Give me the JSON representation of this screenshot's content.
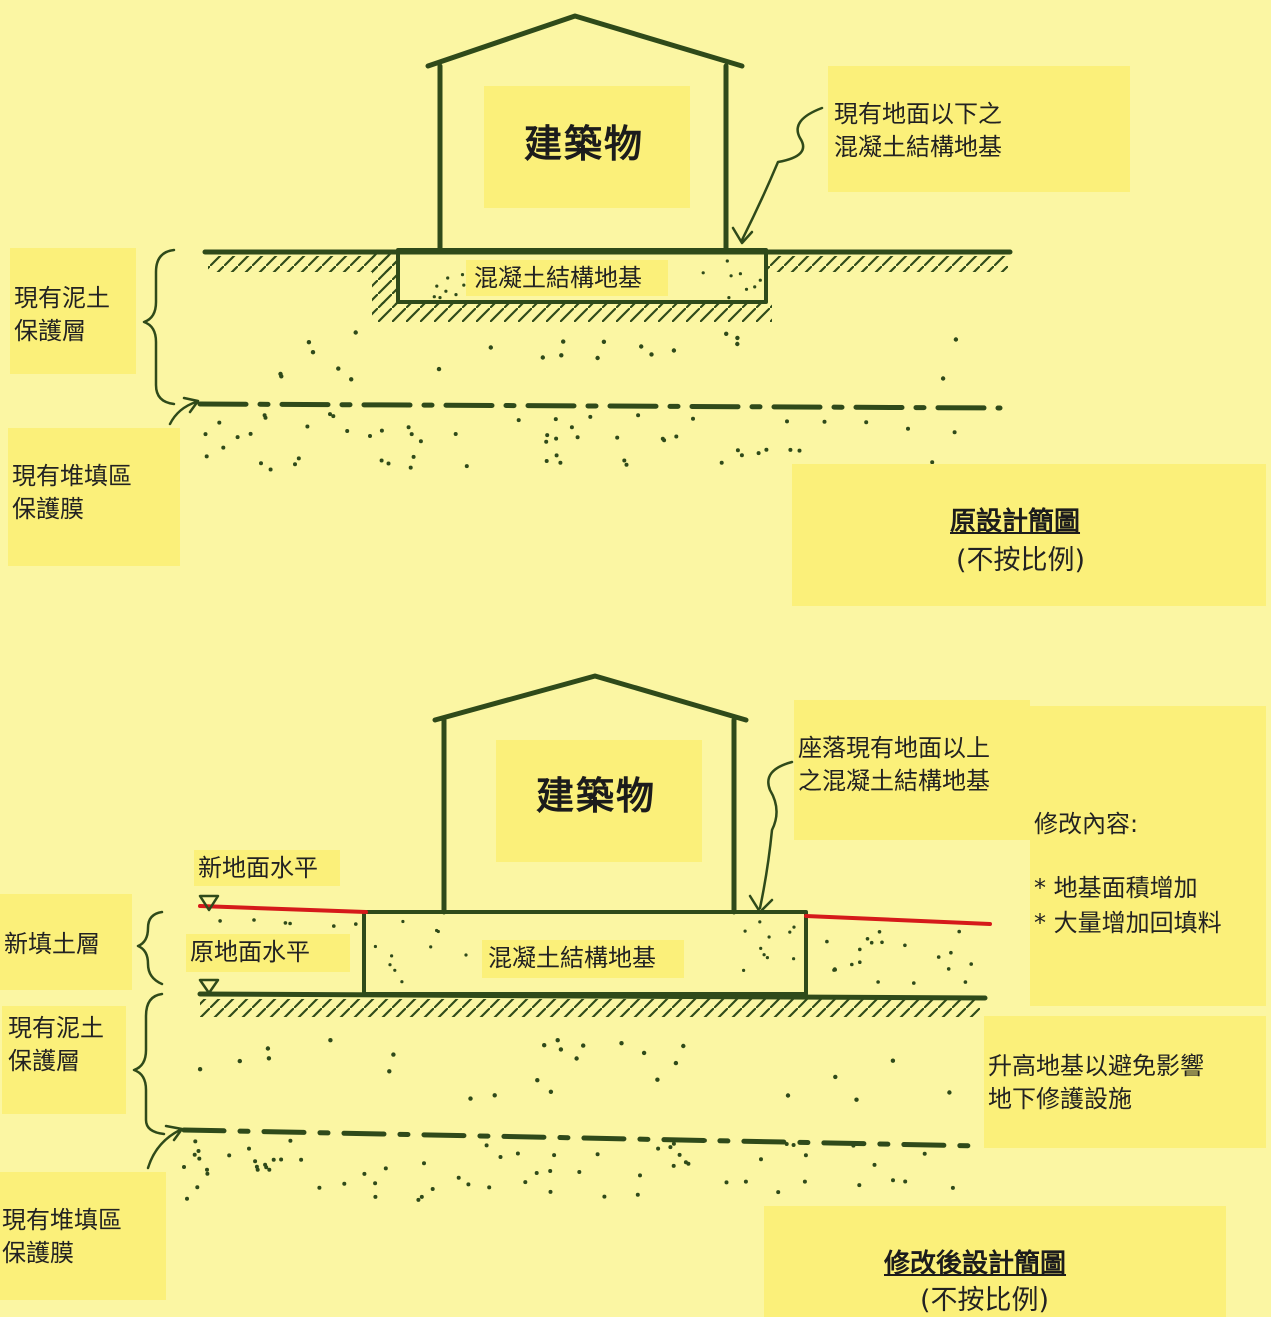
{
  "colors": {
    "paper": "#fbf6a3",
    "sticky_note": "#fbf07a",
    "sketch_line": "#2f4a1a",
    "new_ground_level_line": "#d51a1a"
  },
  "original_design": {
    "building_label": "建築物",
    "foundation_label": "混凝土結構地基",
    "foundation_callout": [
      "現有地面以下之",
      "混凝土結構地基"
    ],
    "soil_layer_label": [
      "現有泥土",
      "保護層"
    ],
    "membrane_label": [
      "現有堆填區",
      "保護膜"
    ],
    "title": "原設計簡圖",
    "subtitle": "(不按比例)"
  },
  "modified_design": {
    "building_label": "建築物",
    "foundation_label": "混凝土結構地基",
    "foundation_callout": [
      "座落現有地面以上",
      "之混凝土結構地基"
    ],
    "new_ground_level_label": "新地面水平",
    "original_ground_level_label": "原地面水平",
    "new_fill_layer_label": "新填土層",
    "soil_layer_label": [
      "現有泥土",
      "保護層"
    ],
    "membrane_label": [
      "現有堆填區",
      "保護膜"
    ],
    "changes_heading": "修改內容:",
    "changes": [
      "* 地基面積增加",
      "* 大量增加回填料"
    ],
    "raise_reason": [
      "升高地基以避免影響",
      "地下修護設施"
    ],
    "title": "修改後設計簡圖",
    "subtitle": "(不按比例)"
  }
}
